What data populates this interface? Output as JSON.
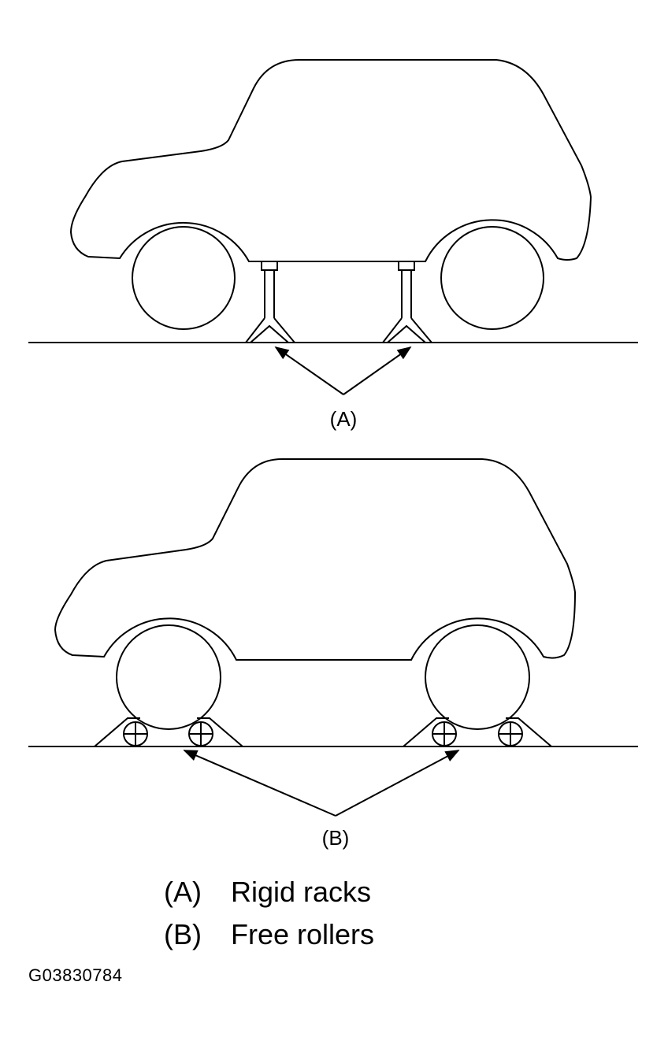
{
  "callouts": {
    "a": "(A)",
    "b": "(B)"
  },
  "legend": [
    {
      "key": "(A)",
      "label": "Rigid racks"
    },
    {
      "key": "(B)",
      "label": "Free rollers"
    }
  ],
  "figure_code": "G03830784",
  "colors": {
    "line": "#000000",
    "background": "#ffffff"
  }
}
